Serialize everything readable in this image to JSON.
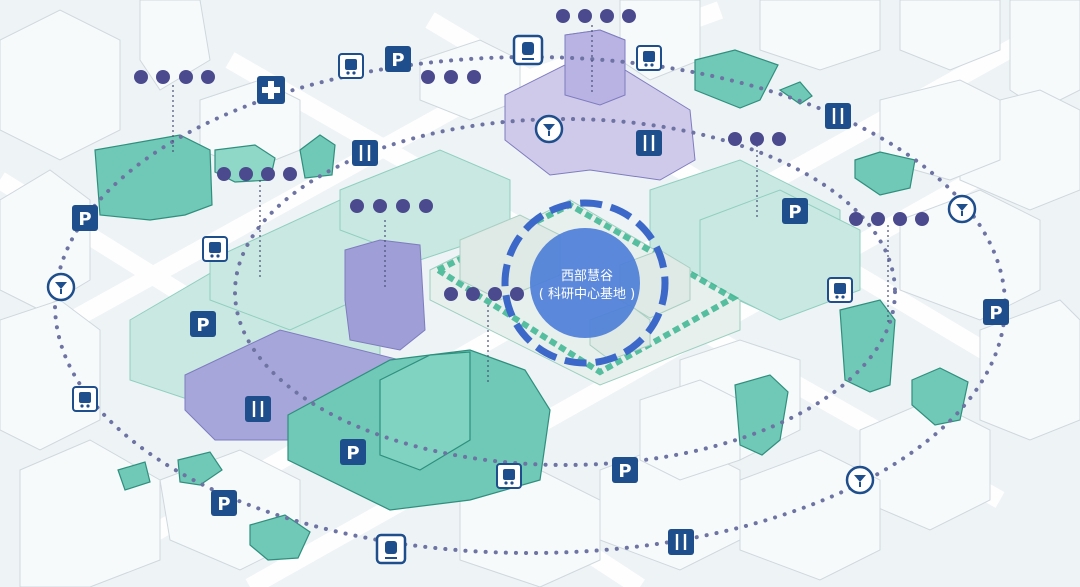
{
  "center": {
    "line1": "西部慧谷",
    "line2": "( 科研中心基地 )"
  },
  "colors": {
    "background": "#eef3f6",
    "teal_building": "#6fc9b6",
    "teal_building_light": "#b9e2d8",
    "purple_building": "#9f9ed6",
    "purple_building_light": "#cfc9ea",
    "navy_icon": "#1f4e8c",
    "dotted_route": "#6d73a3",
    "center_circle": "#4e7fd8",
    "plaza_green": "#2fb28a"
  },
  "icons": {
    "parking": "parking-icon",
    "bus_stop": "bus-stop-icon",
    "metro": "metro-icon",
    "restaurant": "restaurant-icon",
    "bar": "cocktail-icon",
    "medical": "medical-cross-icon",
    "parking_letter": "P"
  }
}
